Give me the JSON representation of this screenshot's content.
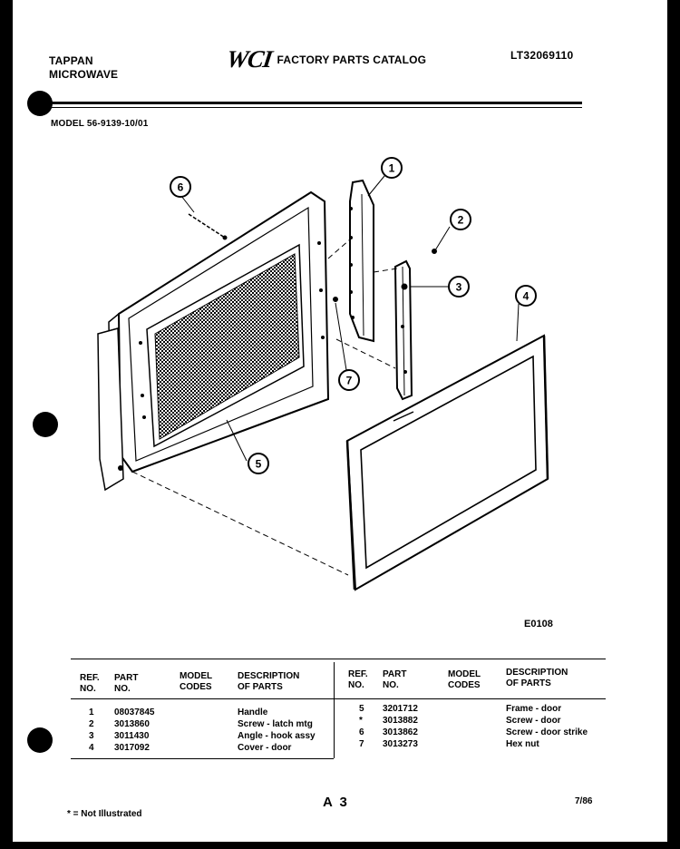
{
  "header": {
    "brand_line1": "TAPPAN",
    "brand_line2": "MICROWAVE",
    "logo_text": "WCI",
    "catalog_title": "FACTORY PARTS CATALOG",
    "catalog_number": "LT32069110"
  },
  "model_line": "MODEL 56-9139-10/01",
  "figure_code": "E0108",
  "callouts": [
    "1",
    "2",
    "3",
    "4",
    "5",
    "6",
    "7"
  ],
  "table": {
    "headers": {
      "ref": [
        "REF.",
        "NO."
      ],
      "part": [
        "PART",
        "NO."
      ],
      "model": [
        "MODEL",
        "CODES"
      ],
      "desc": [
        "DESCRIPTION",
        "OF PARTS"
      ]
    },
    "left_rows": [
      {
        "ref": "1",
        "part": "08037845",
        "desc": "Handle"
      },
      {
        "ref": "2",
        "part": "3013860",
        "desc": "Screw - latch mtg"
      },
      {
        "ref": "3",
        "part": "3011430",
        "desc": "Angle - hook assy"
      },
      {
        "ref": "4",
        "part": "3017092",
        "desc": "Cover - door"
      }
    ],
    "right_rows": [
      {
        "ref": "5",
        "part": "3201712",
        "desc": "Frame - door"
      },
      {
        "ref": "*",
        "part": "3013882",
        "desc": "Screw - door"
      },
      {
        "ref": "6",
        "part": "3013862",
        "desc": "Screw - door strike"
      },
      {
        "ref": "7",
        "part": "3013273",
        "desc": "Hex nut"
      }
    ]
  },
  "footer": {
    "note": "* = Not Illustrated",
    "page": "A 3",
    "date": "7/86"
  }
}
